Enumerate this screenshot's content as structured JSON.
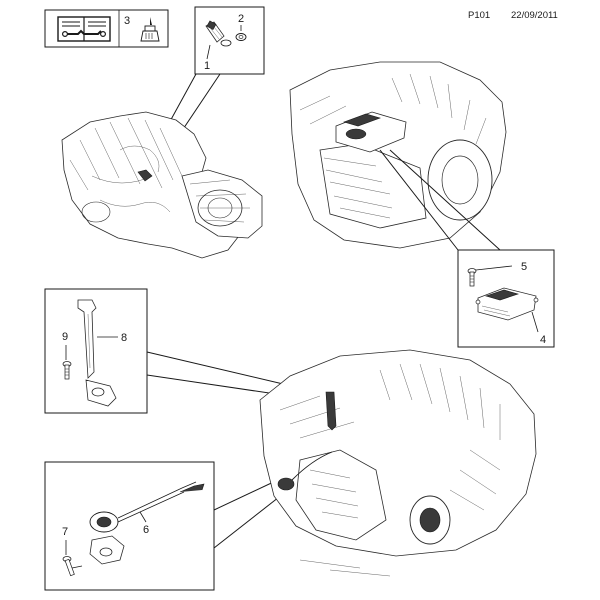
{
  "header": {
    "page_ref": "P101",
    "date": "22/09/2011"
  },
  "legend_box": {
    "item_number": "3"
  },
  "callouts": {
    "c1": "1",
    "c2": "2",
    "c4": "4",
    "c5": "5",
    "c6": "6",
    "c7": "7",
    "c8": "8",
    "c9": "9"
  },
  "colors": {
    "line": "#1a1a1a",
    "fill": "#ffffff",
    "shade": "#3a3a3a"
  }
}
